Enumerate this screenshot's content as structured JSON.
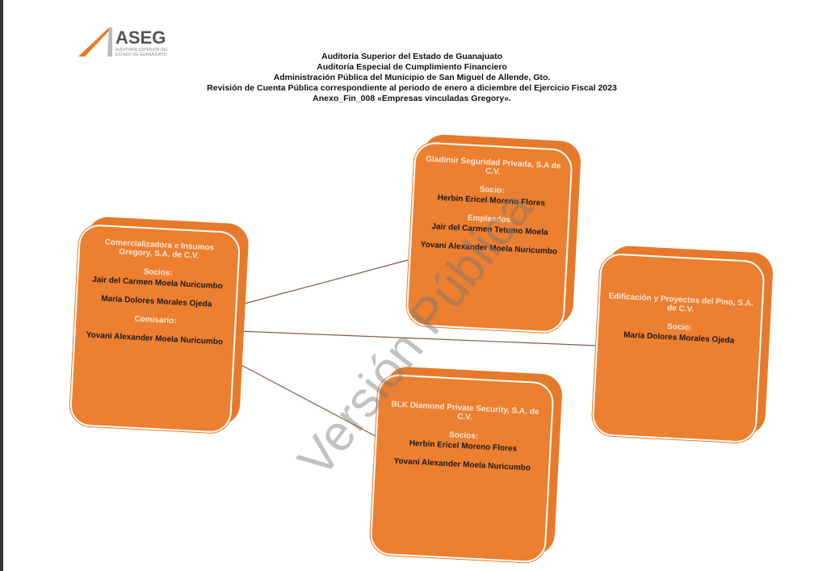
{
  "logo": {
    "name": "ASEG",
    "subtitle": "AUDITORÍA SUPERIOR DEL ESTADO DE GUANAJUATO"
  },
  "header": {
    "lines": [
      "Auditoría Superior del Estado de Guanajuato",
      "Auditoría Especial de Cumplimiento Financiero",
      "Administración Pública del Municipio de San Miguel de Allende, Gto.",
      "Revisión de Cuenta Pública correspondiente al periodo de enero a diciembre del Ejercicio Fiscal 2023",
      "Anexo_Fin_008 «Empresas vinculadas Gregory»."
    ]
  },
  "boxes": {
    "gregory": {
      "title": "Comercializadora e Insumos Gregory, S.A. de C.V.",
      "l1": "Socios:",
      "p1": "Jair del Carmen Moela Nuricumbo",
      "p2": "María Dolores Morales Ojeda",
      "l2": "Comisario:",
      "p3": "Yovani Alexander Moela Nuricumbo"
    },
    "gladimir": {
      "title": "Gladimir Seguridad Privada, S.A de C.V.",
      "l1": "Socio:",
      "p1": "Herbin Ericel Moreno Flores",
      "l2": "Empleados:",
      "p2": "Jair del Carmen Tetumo Moela",
      "p3": "Yovani Alexander Moela Nuricumbo"
    },
    "pino": {
      "title": "Edificación y Proyectos del Pino, S.A. de C.V.",
      "l1": "Socio:",
      "p1": "María Dolores Morales Ojeda"
    },
    "blk": {
      "title": "BLK Diamond Private Security, S.A. de C.V.",
      "l1": "Socios:",
      "p1": "Herbin Ericel Moreno Flores",
      "p2": "Yovani Alexander Moela Nuricumbo"
    }
  },
  "watermark": "Versión Pública"
}
